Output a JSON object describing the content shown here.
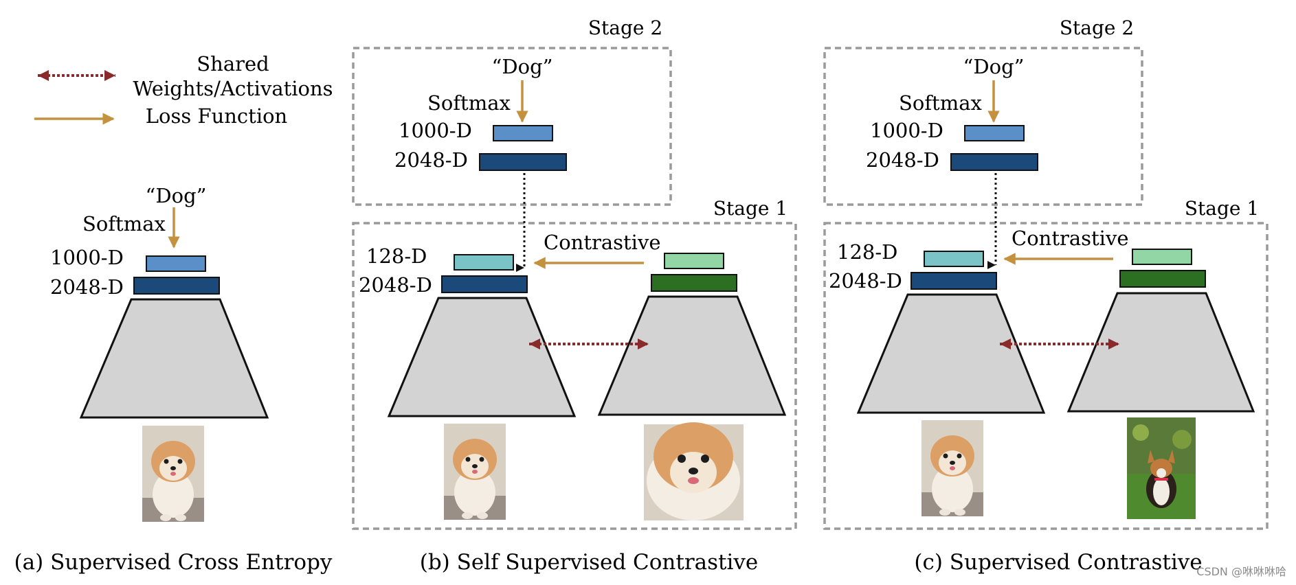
{
  "legend": {
    "shared_label_1": "Shared",
    "shared_label_2": "Weights/Activations",
    "loss_label": "Loss Function"
  },
  "labels": {
    "dog": "“Dog”",
    "softmax": "Softmax",
    "d1000": "1000-D",
    "d2048": "2048-D",
    "d128": "128-D",
    "contrastive": "Contrastive",
    "stage1": "Stage 1",
    "stage2": "Stage 2"
  },
  "captions": {
    "a": "(a) Supervised Cross Entropy",
    "b": "(b) Self Supervised Contrastive",
    "c": "(c) Supervised Contrastive"
  },
  "watermark": "CSDN @咻咻咻哈",
  "colors": {
    "encoder_fill": "#d3d3d3",
    "box_2048": "#1b4a7a",
    "box_1000": "#5b8fc8",
    "box_128": "#7ac3c7",
    "proj_green_light": "#93d6a6",
    "proj_green_dark": "#2c6e22",
    "loss_arrow": "#c4913e",
    "shared_arrow": "#8b2a2a",
    "stage_border": "#9a9a9a"
  }
}
